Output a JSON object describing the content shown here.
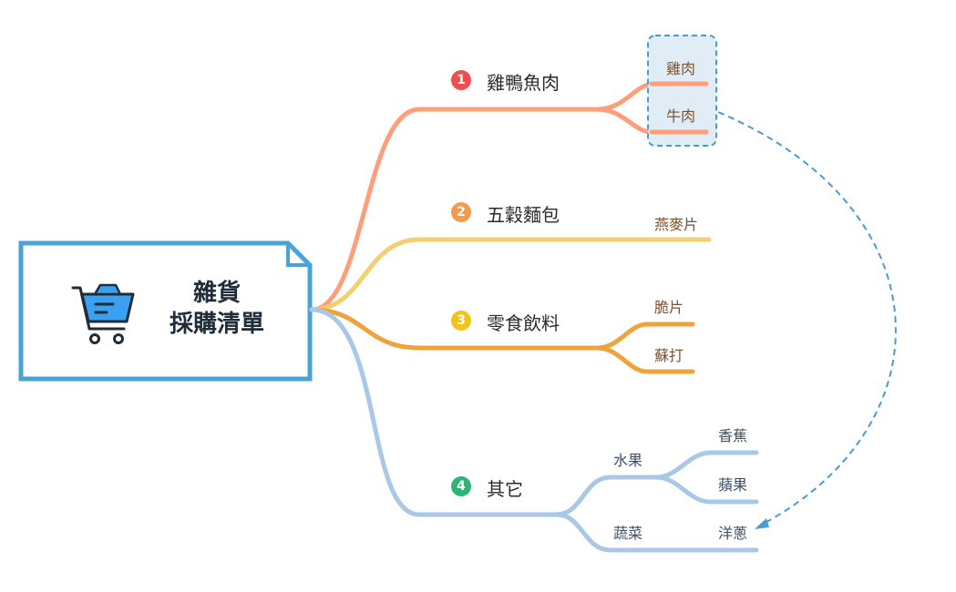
{
  "root": {
    "title_line1": "雜貨",
    "title_line2": "採購清單",
    "icon": "shopping-cart-icon"
  },
  "branches": [
    {
      "number": "1",
      "label": "雞鴨魚肉",
      "color": "#ff9f7a",
      "badge_color": "#f04e4e",
      "children": [
        {
          "label": "雞肉"
        },
        {
          "label": "牛肉"
        }
      ]
    },
    {
      "number": "2",
      "label": "五穀麵包",
      "color": "#f5cf6f",
      "badge_color": "#f39a4b",
      "children": [
        {
          "label": "燕麥片"
        }
      ]
    },
    {
      "number": "3",
      "label": "零食飲料",
      "color": "#f0a33c",
      "badge_color": "#f2c318",
      "children": [
        {
          "label": "脆片"
        },
        {
          "label": "蘇打"
        }
      ]
    },
    {
      "number": "4",
      "label": "其它",
      "color": "#a8c8e6",
      "badge_color": "#2bb673",
      "children": [
        {
          "label": "水果",
          "children": [
            {
              "label": "香蕉"
            },
            {
              "label": "蘋果"
            }
          ]
        },
        {
          "label": "蔬菜",
          "children": [
            {
              "label": "洋蔥"
            }
          ]
        }
      ]
    }
  ],
  "colors": {
    "root_border": "#4aa3d6",
    "group_fill": "#dceaf5",
    "group_border": "#4a9bd1",
    "relation_line": "#4a9bd1"
  }
}
